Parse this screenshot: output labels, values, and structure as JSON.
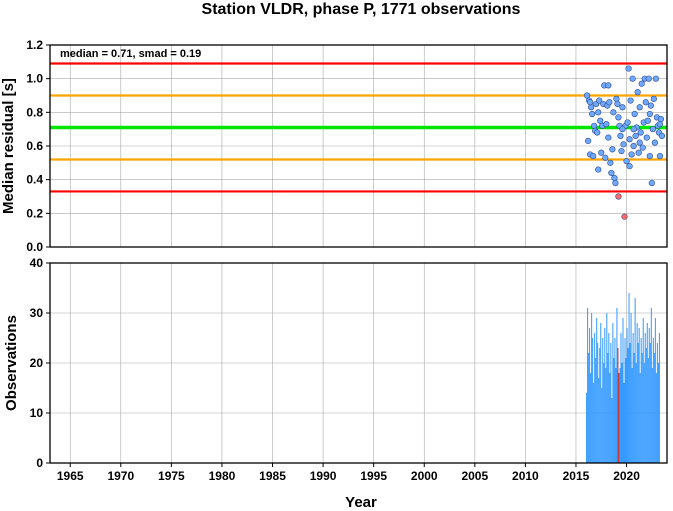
{
  "title": "Station VLDR, phase P, 1771 observations",
  "colors": {
    "median_line": "#00e600",
    "smad_line": "#ffa500",
    "outer_line": "#ff0000",
    "point_fill": "#6fa8ff",
    "outlier_fill": "#ff6a6a",
    "bar_fill": "#3399ff",
    "bar_highlight": "#d03030",
    "grid": "#aaaaaa"
  },
  "chart_data": [
    {
      "type": "scatter",
      "annotation": "median = 0.71, smad = 0.19",
      "xlabel": "",
      "ylabel": "Median residual [s]",
      "xlim": [
        1963,
        2024
      ],
      "ylim": [
        0,
        1.2
      ],
      "yticks": [
        "0.0",
        "0.2",
        "0.4",
        "0.6",
        "0.8",
        "1.0",
        "1.2"
      ],
      "grid": true,
      "reference_lines": [
        {
          "name": "median",
          "value": 0.71,
          "color": "#00e600"
        },
        {
          "name": "median + 1 smad",
          "value": 0.9,
          "color": "#ffa500"
        },
        {
          "name": "median - 1 smad",
          "value": 0.52,
          "color": "#ffa500"
        },
        {
          "name": "median + 2 smad",
          "value": 1.09,
          "color": "#ff0000"
        },
        {
          "name": "median - 2 smad",
          "value": 0.33,
          "color": "#ff0000"
        }
      ],
      "points": [
        [
          2016.1,
          0.9
        ],
        [
          2016.2,
          0.63
        ],
        [
          2016.3,
          0.87
        ],
        [
          2016.4,
          0.55
        ],
        [
          2016.5,
          0.83
        ],
        [
          2016.6,
          0.79
        ],
        [
          2016.7,
          0.54
        ],
        [
          2016.8,
          0.72
        ],
        [
          2016.9,
          0.69
        ],
        [
          2017.0,
          0.85
        ],
        [
          2017.1,
          0.68
        ],
        [
          2017.2,
          0.46
        ],
        [
          2017.3,
          0.87
        ],
        [
          2017.4,
          0.75
        ],
        [
          2017.5,
          0.56
        ],
        [
          2017.6,
          0.72
        ],
        [
          2017.7,
          0.85
        ],
        [
          2017.8,
          0.96
        ],
        [
          2017.9,
          0.53
        ],
        [
          2018.0,
          0.73
        ],
        [
          2018.1,
          0.84
        ],
        [
          2018.2,
          0.96
        ],
        [
          2018.3,
          0.86
        ],
        [
          2018.4,
          0.5
        ],
        [
          2018.5,
          0.44
        ],
        [
          2018.6,
          0.58
        ],
        [
          2018.7,
          0.8
        ],
        [
          2018.8,
          0.41
        ],
        [
          2018.9,
          0.38
        ],
        [
          2019.0,
          0.88
        ],
        [
          2019.1,
          0.85
        ],
        [
          2019.2,
          0.3
        ],
        [
          2019.3,
          0.72
        ],
        [
          2019.4,
          0.66
        ],
        [
          2019.5,
          0.57
        ],
        [
          2019.6,
          0.83
        ],
        [
          2019.7,
          0.61
        ],
        [
          2019.8,
          0.18
        ],
        [
          2019.9,
          0.72
        ],
        [
          2020.0,
          0.51
        ],
        [
          2020.1,
          0.74
        ],
        [
          2020.2,
          1.06
        ],
        [
          2020.3,
          0.64
        ],
        [
          2020.4,
          0.87
        ],
        [
          2020.5,
          0.55
        ],
        [
          2020.6,
          1.0
        ],
        [
          2020.7,
          0.6
        ],
        [
          2020.8,
          0.79
        ],
        [
          2020.9,
          0.66
        ],
        [
          2021.0,
          0.71
        ],
        [
          2021.1,
          0.92
        ],
        [
          2021.2,
          0.56
        ],
        [
          2021.3,
          0.83
        ],
        [
          2021.4,
          0.68
        ],
        [
          2021.5,
          0.97
        ],
        [
          2021.6,
          0.59
        ],
        [
          2021.7,
          0.74
        ],
        [
          2021.8,
          1.0
        ],
        [
          2021.9,
          0.86
        ],
        [
          2022.0,
          0.65
        ],
        [
          2022.1,
          0.75
        ],
        [
          2022.2,
          1.0
        ],
        [
          2022.3,
          0.54
        ],
        [
          2022.4,
          0.84
        ],
        [
          2022.5,
          0.38
        ],
        [
          2022.6,
          0.7
        ],
        [
          2022.7,
          0.88
        ],
        [
          2022.8,
          0.62
        ],
        [
          2022.9,
          1.0
        ],
        [
          2023.0,
          0.77
        ],
        [
          2023.1,
          0.72
        ],
        [
          2023.2,
          0.68
        ],
        [
          2023.3,
          0.54
        ],
        [
          2023.4,
          0.76
        ],
        [
          2023.5,
          0.66
        ],
        [
          2016.4,
          0.86
        ],
        [
          2017.2,
          0.8
        ],
        [
          2018.2,
          0.65
        ],
        [
          2019.2,
          0.77
        ],
        [
          2020.3,
          0.48
        ],
        [
          2021.3,
          0.62
        ],
        [
          2022.3,
          0.79
        ],
        [
          2023.3,
          0.73
        ],
        [
          2019.6,
          0.7
        ],
        [
          2020.7,
          0.7
        ]
      ]
    },
    {
      "type": "bar",
      "xlabel": "Year",
      "ylabel": "Observations",
      "xlim": [
        1963,
        2024
      ],
      "ylim": [
        0,
        40
      ],
      "xticks": [
        "1965",
        "1970",
        "1975",
        "1980",
        "1985",
        "1990",
        "1995",
        "2000",
        "2005",
        "2010",
        "2015",
        "2020"
      ],
      "yticks": [
        "0",
        "10",
        "20",
        "30",
        "40"
      ],
      "grid": true,
      "bin_start": 2016.0,
      "bin_width": 0.1,
      "values": [
        14,
        31,
        22,
        27,
        18,
        30,
        25,
        16,
        26,
        21,
        29,
        24,
        17,
        23,
        28,
        15,
        25,
        20,
        27,
        19,
        30,
        22,
        26,
        18,
        24,
        13,
        28,
        21,
        25,
        19,
        31,
        23,
        18,
        19,
        26,
        20,
        29,
        16,
        25,
        21,
        27,
        23,
        34,
        24,
        30,
        19,
        26,
        22,
        33,
        20,
        28,
        24,
        27,
        18,
        25,
        22,
        29,
        20,
        26,
        23,
        28,
        21,
        27,
        24,
        31,
        19,
        25,
        22,
        29,
        18,
        24,
        20,
        26
      ],
      "highlight_bins": [
        31,
        32
      ]
    }
  ]
}
